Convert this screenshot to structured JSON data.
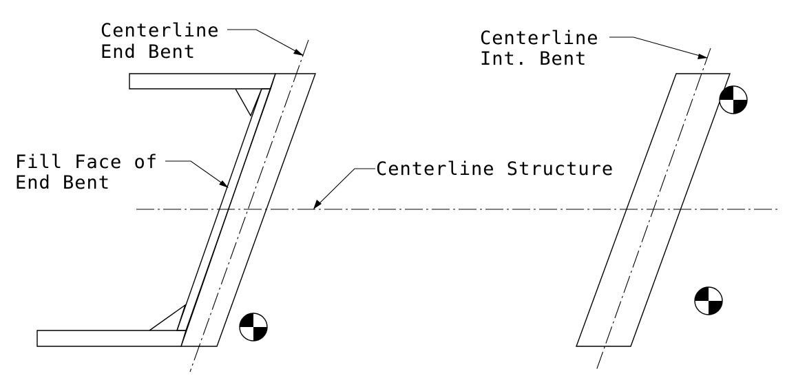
{
  "labels": {
    "end_bent_cl_line1": "Centerline",
    "end_bent_cl_line2": "End Bent",
    "int_bent_cl_line1": "Centerline",
    "int_bent_cl_line2": "Int. Bent",
    "fill_face_line1": "Fill Face of",
    "fill_face_line2": "End Bent",
    "structure_cl": "Centerline Structure"
  },
  "symbols": [
    {
      "name": "center-of-gravity-symbol",
      "count": 3
    }
  ],
  "colors": {
    "line": "#000000",
    "background": "#ffffff"
  }
}
